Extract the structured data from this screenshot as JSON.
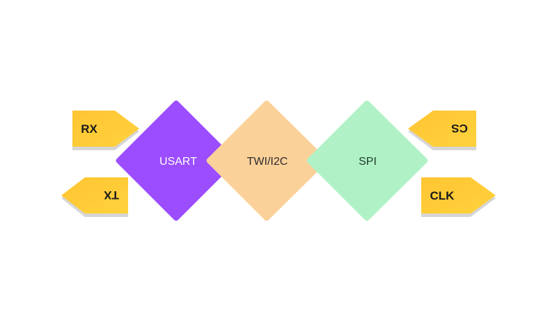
{
  "diamonds": [
    {
      "id": "usart",
      "label": "USART",
      "fill": "#9B4DFF",
      "text_color": "#ffffff"
    },
    {
      "id": "twi",
      "label": "TWI/I2C",
      "fill": "#FBD19A",
      "text_color": "#2b2b2b"
    },
    {
      "id": "spi",
      "label": "SPI",
      "fill": "#B0F2C6",
      "text_color": "#1f3a2a"
    }
  ],
  "tags": [
    {
      "id": "rx",
      "label": "RX",
      "points": "right",
      "mirrored": false
    },
    {
      "id": "tx",
      "label": "TX",
      "points": "left",
      "mirrored": true
    },
    {
      "id": "cs",
      "label": "CS",
      "points": "left",
      "mirrored": true
    },
    {
      "id": "clk",
      "label": "CLK",
      "points": "right",
      "mirrored": false
    }
  ],
  "colors": {
    "tag_fill": "#FFCB2E",
    "tag_shadow": "#D6D6D6"
  }
}
